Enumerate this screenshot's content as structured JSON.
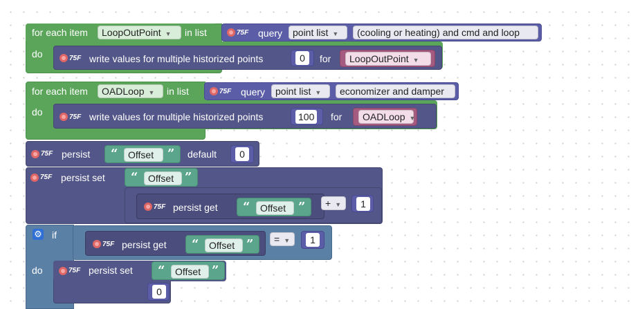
{
  "workspace": {
    "brand_tag": "75F",
    "loop1": {
      "for_each_label": "for each item",
      "var_name": "LoopOutPoint",
      "in_list_label": "in list",
      "query_label": "query",
      "query_field": "point list",
      "query_text": "(cooling or heating) and cmd and loop",
      "do_label": "do",
      "write_label": "write values for multiple historized points",
      "write_value": "0",
      "for_label": "for",
      "for_var": "LoopOutPoint"
    },
    "loop2": {
      "for_each_label": "for each item",
      "var_name": "OADLoop",
      "in_list_label": "in list",
      "query_label": "query",
      "query_field": "point list",
      "query_text": "economizer and damper",
      "do_label": "do",
      "write_label": "write values for multiple historized points",
      "write_value": "100",
      "for_label": "for",
      "for_var": "OADLoop"
    },
    "persist1": {
      "label": "persist",
      "key": "Offset",
      "default_label": "default",
      "default_value": "0"
    },
    "persist_set1": {
      "label": "persist set",
      "key": "Offset",
      "get_label": "persist get",
      "get_key": "Offset",
      "op": "+",
      "operand": "1"
    },
    "if_block": {
      "if_label": "if",
      "get_label": "persist get",
      "get_key": "Offset",
      "op": "=",
      "operand": "1",
      "do_label": "do",
      "set_label": "persist set",
      "set_key": "Offset",
      "set_value": "0"
    },
    "colors": {
      "loop_green": "#5ba55b",
      "query_indigo": "#5b5ea6",
      "persist_navy": "#535688",
      "string_teal": "#5ba58c",
      "logic_blue": "#5b80a5",
      "variable_magenta": "#a55b80"
    },
    "icons": {
      "brand": "75f-logo-icon",
      "dropdown": "dropdown-arrow-icon",
      "mutator": "gear-icon"
    }
  }
}
